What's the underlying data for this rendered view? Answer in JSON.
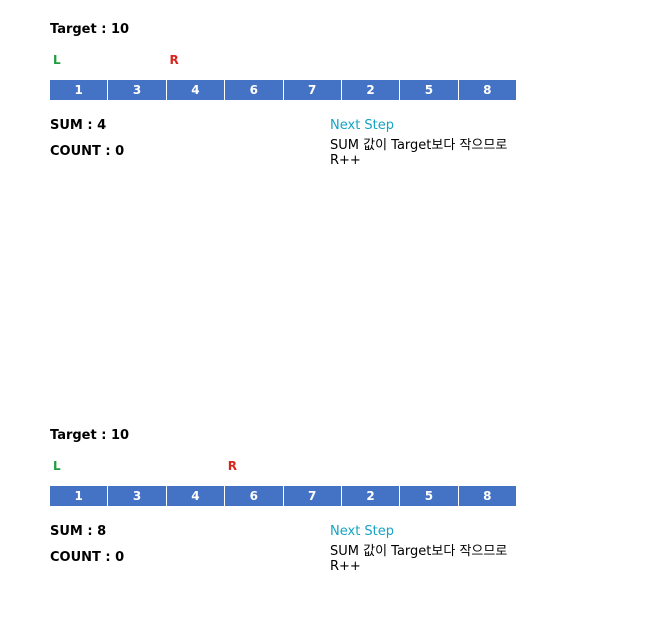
{
  "panels": [
    {
      "target_label": "Target : 10",
      "left_label": "L",
      "right_label": "R",
      "array": [
        "1",
        "3",
        "4",
        "6",
        "7",
        "2",
        "5",
        "8"
      ],
      "left_index": 0,
      "right_index": 2,
      "sum_label": "SUM : 4",
      "count_label": "COUNT : 0",
      "next_step_title": "Next Step",
      "next_step_desc": "SUM 값이 Target보다 작으므로\nR++"
    },
    {
      "target_label": "Target : 10",
      "left_label": "L",
      "right_label": "R",
      "array": [
        "1",
        "3",
        "4",
        "6",
        "7",
        "2",
        "5",
        "8"
      ],
      "left_index": 0,
      "right_index": 3,
      "sum_label": "SUM : 8",
      "count_label": "COUNT : 0",
      "next_step_title": "Next Step",
      "next_step_desc": "SUM 값이 Target보다 작으므로\nR++"
    }
  ],
  "colors": {
    "array_fill": "#4472c4",
    "left_pointer": "#1e9e3e",
    "right_pointer": "#d9261c",
    "next_step_title": "#17a3c4"
  }
}
